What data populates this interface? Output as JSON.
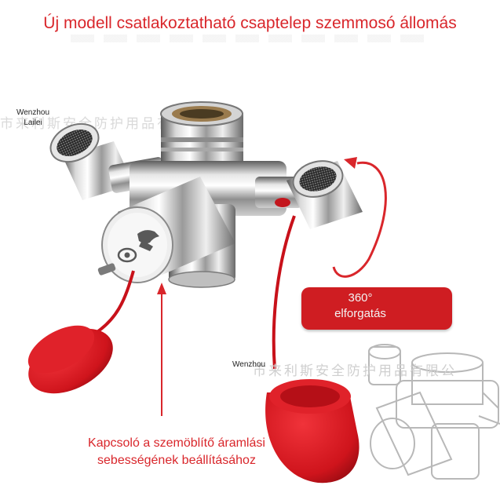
{
  "title": "Új modell csatlakoztatható csaptelep szemmosó állomás",
  "brand_top_left": {
    "line1": "Wenzhou",
    "line2": "Lailei"
  },
  "brand_middle": "Wenzhou",
  "watermark_top": "市来利斯安全防护用品有限公司",
  "watermark_bottom": "市来利斯安全防护用品有限公",
  "rotation_badge": {
    "line1": "360°",
    "line2": "elforgatás"
  },
  "caption": {
    "line1": "Kapcsoló a szemöblítő áramlási",
    "line2": "sebességének beállításához"
  },
  "colors": {
    "accent": "#d9262b",
    "cap_red": "#d8151d",
    "chrome_light": "#f4f4f4",
    "chrome_dark": "#595959"
  },
  "icons": [
    "eye-icon",
    "hand-icon"
  ]
}
